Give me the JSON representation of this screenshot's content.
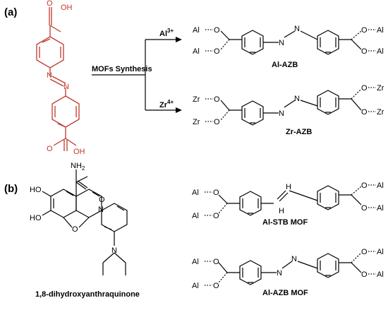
{
  "panels": {
    "a": {
      "label": "(a)"
    },
    "b": {
      "label": "(b)"
    }
  },
  "arrows": {
    "main_label": "MOFs Synthesis",
    "upper_ion": "Al",
    "upper_ion_charge": "3+",
    "lower_ion": "Zr",
    "lower_ion_charge": "4+"
  },
  "linker": {
    "acid_group": "OH",
    "acid_group_bottom": "OH"
  },
  "metal": {
    "al": "Al",
    "zr": "Zr",
    "o": "O"
  },
  "products": {
    "al_azb": "Al-AZB",
    "zr_azb": "Zr-AZB",
    "al_stb_mof": "Al-STB MOF",
    "al_azb_mof": "Al-AZB MOF"
  },
  "atoms": {
    "n": "N",
    "h": "H",
    "nh2": "NH",
    "nh2_sub": "2",
    "ho": "HO",
    "o": "O"
  },
  "compound": {
    "name": "1,8-dihydroxyanthraquinone"
  },
  "colors": {
    "linker": "#c0392b",
    "ink": "#000000"
  }
}
